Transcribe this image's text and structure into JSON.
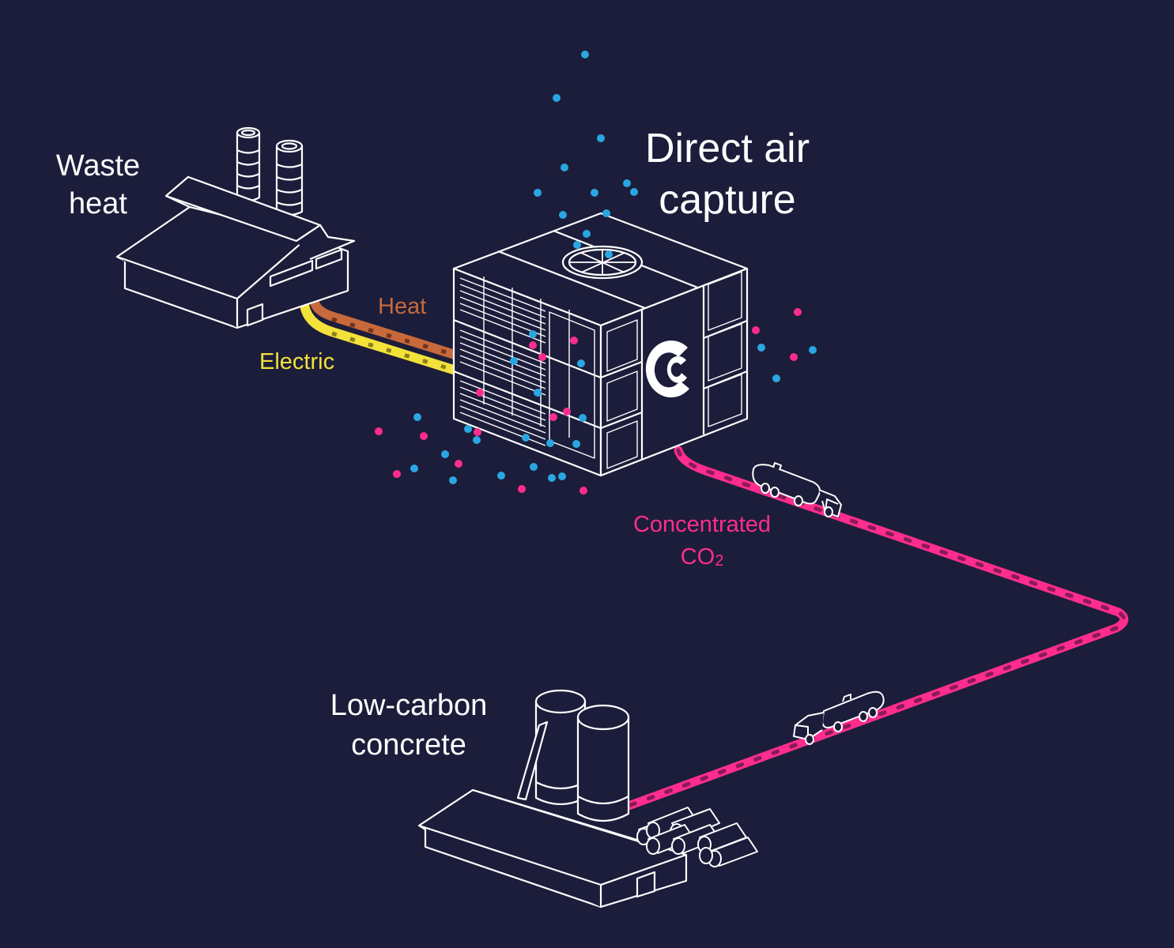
{
  "labels": {
    "dac_line1": "Direct air",
    "dac_line2": "capture",
    "waste_line1": "Waste",
    "waste_line2": "heat",
    "heat": "Heat",
    "electric": "Electric",
    "co2_line1": "Concentrated",
    "co2_line2": "CO",
    "co2_sub": "2",
    "concrete_line1": "Low-carbon",
    "concrete_line2": "concrete"
  },
  "colors": {
    "background": "#1c1d3a",
    "outline": "#ffffff",
    "heat": "#c8693b",
    "electric": "#f2e23a",
    "co2": "#ff2d8e",
    "air_particle": "#2aa7e2",
    "co2_particle": "#ff2d8e"
  },
  "icons": {
    "factory": "factory-icon",
    "dac_unit": "dac-unit-icon",
    "logo": "capture-logo-icon",
    "truck": "tanker-truck-icon",
    "concrete_plant": "concrete-plant-icon"
  }
}
